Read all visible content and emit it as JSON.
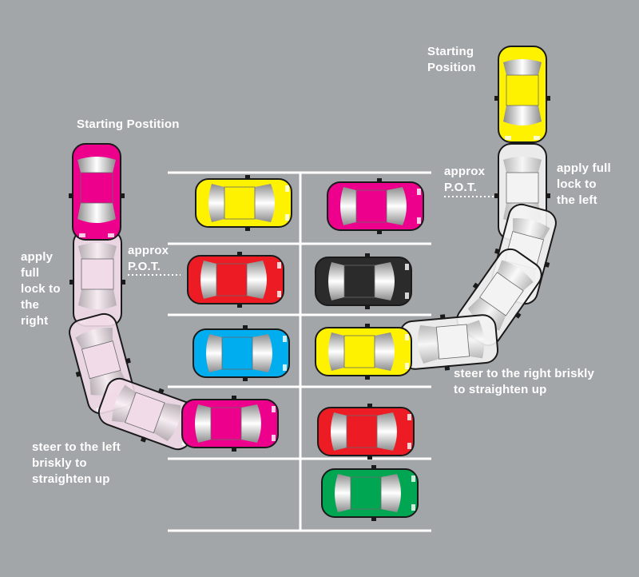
{
  "labels": {
    "start_right": "Starting\nPosition",
    "start_left": "Starting Postition",
    "pot_left": "approx\nP.O.T.",
    "pot_right": "approx\nP.O.T.",
    "lock_right": "apply\nfull\nlock to\nthe\nright",
    "lock_left": "apply full\nlock to\nthe left",
    "steer_right": "steer to the right briskly\nto straighten up",
    "steer_left": "steer to the left\nbriskly to\nstraighten up"
  },
  "colors": {
    "background": "#a3a6a9",
    "lines": "#ffffff",
    "yellow": "#fff200",
    "magenta": "#ec008c",
    "red": "#ed1c24",
    "black": "#2b2b2b",
    "cyan": "#00aeef",
    "green": "#00a651",
    "ghost_pink": "#f2dbe8",
    "ghost_white": "#f3f3f3"
  },
  "parked_cars": [
    {
      "name": "parked-car-yellow-left-bay-1",
      "color": "yellow"
    },
    {
      "name": "parked-car-magenta-right-bay-1",
      "color": "magenta"
    },
    {
      "name": "parked-car-red-left-bay-2",
      "color": "red"
    },
    {
      "name": "parked-car-black-right-bay-2",
      "color": "black"
    },
    {
      "name": "parked-car-cyan-left-bay-3",
      "color": "cyan"
    },
    {
      "name": "parked-car-red-right-bay-4",
      "color": "red"
    },
    {
      "name": "parked-car-green-right-bay-5",
      "color": "green"
    }
  ],
  "maneuvers": [
    {
      "name": "left-magenta-car-path",
      "color": "magenta",
      "ghost": "ghost_pink"
    },
    {
      "name": "right-yellow-car-path",
      "color": "yellow",
      "ghost": "ghost_white"
    }
  ]
}
